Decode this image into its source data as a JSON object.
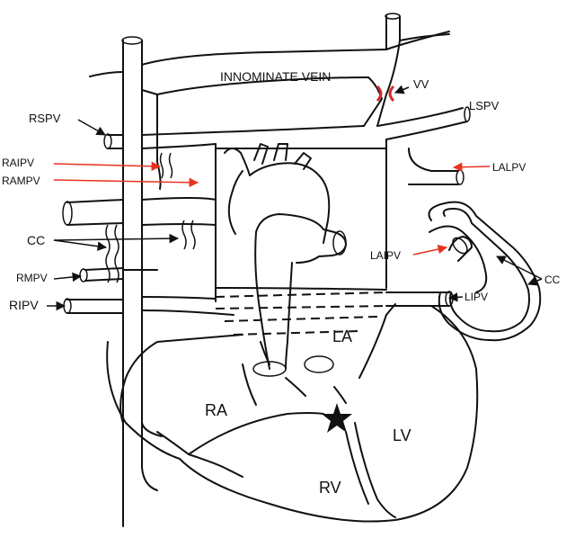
{
  "labels": {
    "innominate_vein": "INNOMINATE VEIN",
    "vv": "VV",
    "lspv": "LSPV",
    "rspv": "RSPV",
    "raipv": "RAIPV",
    "rampv": "RAMPV",
    "lalpv": "LALPV",
    "cc_left": "CC",
    "cc_right": "CC",
    "laipv": "LAIPV",
    "rmpv": "RMPV",
    "ripv": "RIPV",
    "lipv": "LIPV",
    "la": "LA",
    "ra": "RA",
    "lv": "LV",
    "rv": "RV"
  },
  "colors": {
    "arrow_black": "#111111",
    "arrow_red": "#e8321e",
    "vv_marker": "#d42a2a"
  }
}
